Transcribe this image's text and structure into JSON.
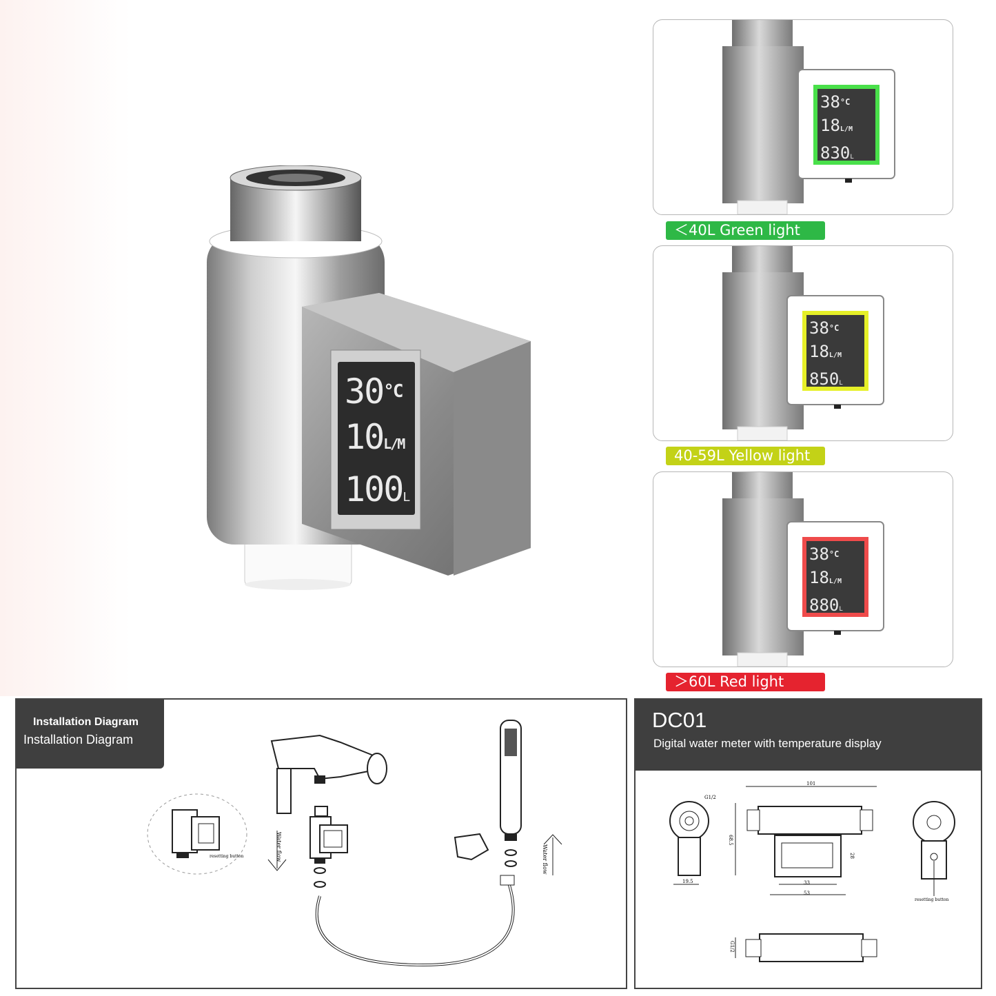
{
  "hero": {
    "display": {
      "line1": "30",
      "unit1": "°C",
      "line2": "10",
      "unit2": "L/M",
      "line3": "100",
      "unit3": "L"
    }
  },
  "variants": [
    {
      "label": "＜40L  Green light",
      "color": "#2eb846",
      "glow": "#49e04a",
      "line1": "38",
      "unit1": "°C",
      "line2": "18",
      "unit2": "L/M",
      "line3": "830",
      "unit3": "L"
    },
    {
      "label": "40-59L  Yellow light",
      "color": "#c3d217",
      "glow": "#e6f028",
      "line1": "38",
      "unit1": "°C",
      "line2": "18",
      "unit2": "L/M",
      "line3": "850",
      "unit3": "L"
    },
    {
      "label": "＞60L  Red light",
      "color": "#e5232f",
      "glow": "#ef4b4b",
      "line1": "38",
      "unit1": "°C",
      "line2": "18",
      "unit2": "L/M",
      "line3": "880",
      "unit3": "L"
    }
  ],
  "installation": {
    "title_bold": "Installation Diagram",
    "title": "Installation Diagram",
    "water_flow_1": "Water flow",
    "water_flow_2": "Water flow",
    "resetting_button": "resetting button"
  },
  "spec": {
    "model": "DC01",
    "description": "Digital water meter with temperature display",
    "dim_top": "101",
    "dim_height": "68.5",
    "dim_left_bottom": "19.5",
    "dim_inner_1": "33",
    "dim_inner_2": "53",
    "dim_side": "28",
    "dim_circle": "G1/2",
    "dim_bottom": "G1/2",
    "resetting_button": "resetting button"
  }
}
